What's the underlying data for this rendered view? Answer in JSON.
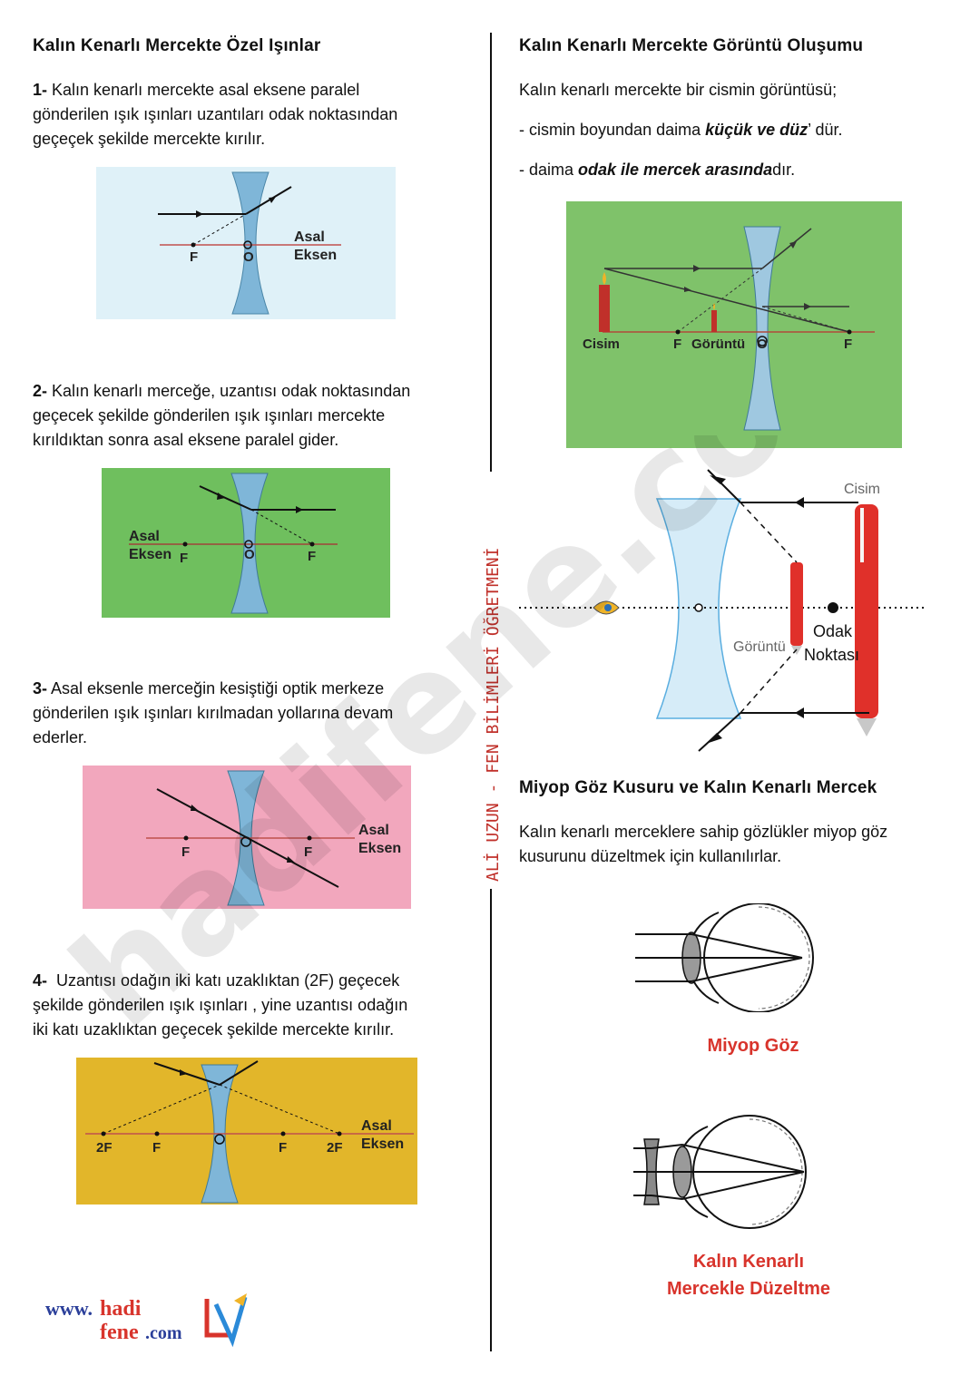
{
  "left": {
    "title": "Kalın Kenarlı Mercekte Özel Işınlar",
    "items": [
      {
        "num": "1-",
        "text_lines": [
          "Kalın kenarlı mercekte asal eksene paralel",
          "gönderilen ışık ışınları uzantıları odak noktasından",
          "geçeçek şekilde mercekte kırılır."
        ]
      },
      {
        "num": "2-",
        "text_lines": [
          "Kalın kenarlı merceğe, uzantısı odak noktasından",
          "geçecek şekilde gönderilen ışık ışınları mercekte",
          "kırıldıktan sonra asal eksene paralel gider."
        ]
      },
      {
        "num": "3-",
        "text_lines": [
          "Asal eksenle merceğin kesiştiği optik merkeze",
          "gönderilen ışık ışınları kırılmadan yollarına devam",
          "ederler."
        ]
      },
      {
        "num": "4-",
        "text_lines": [
          "Uzantısı odağın iki katı uzaklıktan (2F) geçecek",
          "şekilde gönderilen ışık ışınları , yine uzantısı odağın",
          "iki katı uzaklıktan geçecek şekilde mercekte kırılır."
        ]
      }
    ],
    "fig_labels": {
      "asal": "Asal",
      "eksen": "Eksen",
      "f": "F",
      "o": "O",
      "twof": "2F"
    }
  },
  "right": {
    "title": "Kalın Kenarlı Mercekte Görüntü Oluşumu",
    "intro": "Kalın kenarlı mercekte bir cismin görüntüsü;",
    "bullet1_pre": "- cismin boyundan daima ",
    "bullet1_em": "küçük ve düz",
    "bullet1_post": "’ dür.",
    "bullet2_pre": "- daima ",
    "bullet2_em": "odak ile mercek arasında",
    "bullet2_post": "dır.",
    "fig5": {
      "cisim": "Cisim",
      "f": "F",
      "goruntu": "Görüntü",
      "o": "O"
    },
    "fig6": {
      "cisim": "Cisim",
      "goruntu": "Görüntü",
      "odak": "Odak",
      "noktasi": "Noktası"
    },
    "title2": "Miyop Göz Kusuru ve Kalın Kenarlı Mercek",
    "text2_lines": [
      "Kalın kenarlı merceklere sahip gözlükler miyop göz",
      "kusurunu düzeltmek için kullanılırlar."
    ],
    "miyop_label": "Miyop Göz",
    "fix_label_1": "Kalın Kenarlı",
    "fix_label_2": "Mercekle Düzeltme"
  },
  "divider_sign": "ALİ UZUN - FEN BİLİMLERİ ÖĞRETMENİ",
  "watermark": "hadifene.com",
  "logo": {
    "www": "www.",
    "hadi": "hadi",
    "fene": "fene",
    "com": ".com"
  },
  "colors": {
    "fig1": "#dff1f8",
    "fig2": "#6fbf5e",
    "fig3": "#f2a7bd",
    "fig4": "#e2b62a",
    "fig5": "#7fc26a",
    "lens": "#7fb6d8",
    "axis": "#c0504d",
    "label_red": "#d8342c"
  }
}
